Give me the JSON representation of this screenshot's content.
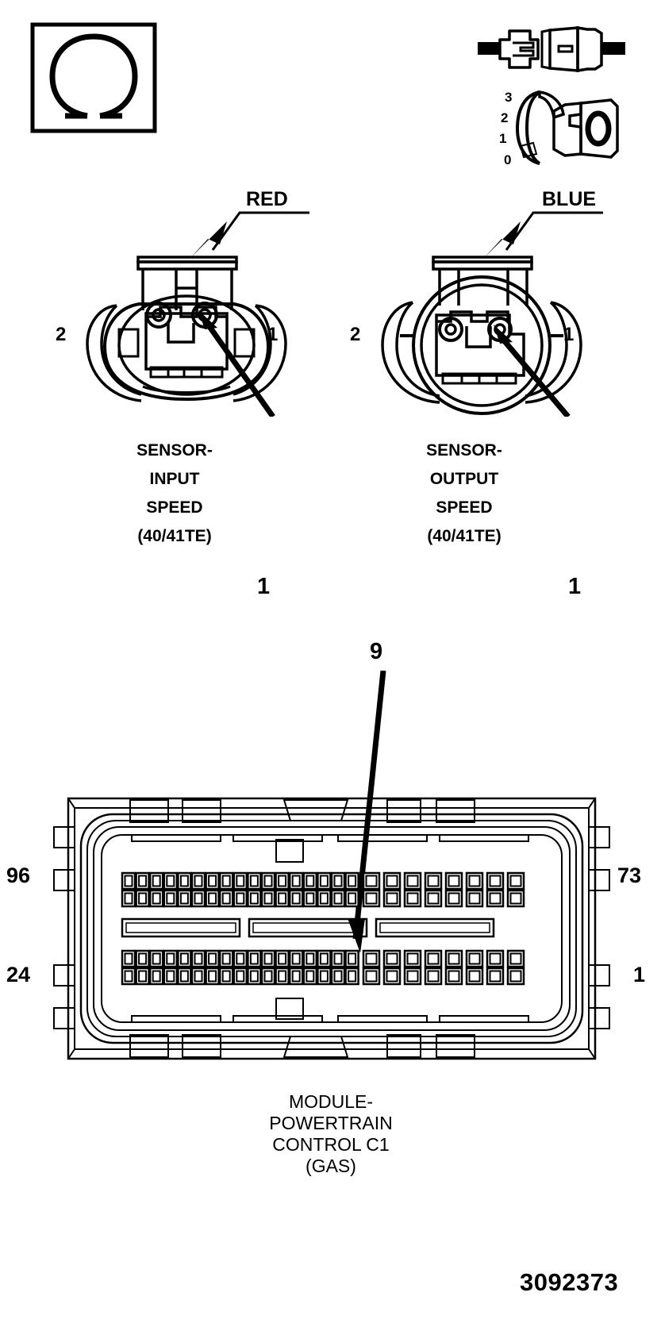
{
  "diagram": {
    "part_number": "3092373",
    "symbols": {
      "ohm_box": {
        "icon": "ohm-meter-symbol",
        "glyph": "Ω",
        "description": "Ohmmeter test symbol in box"
      },
      "connector_symbol": {
        "icon": "two-way-connector-icon",
        "description": "Disconnected inline connector"
      },
      "ignition_key_symbol": {
        "icon": "ignition-switch-icon",
        "positions": [
          "3",
          "2",
          "1",
          "0"
        ],
        "key_glyph": "0",
        "description": "Ignition key switch position selector"
      }
    },
    "connectors": [
      {
        "id": "input-speed-sensor",
        "color_callout": "RED",
        "pin_left_label": "2",
        "pin_right_label": "1",
        "name_lines": [
          "SENSOR-",
          "INPUT",
          "SPEED",
          "(40/41TE)"
        ],
        "probe_callout": "1"
      },
      {
        "id": "output-speed-sensor",
        "color_callout": "BLUE",
        "pin_left_label": "2",
        "pin_right_label": "1",
        "name_lines": [
          "SENSOR-",
          "OUTPUT",
          "SPEED",
          "(40/41TE)"
        ],
        "probe_callout": "1"
      }
    ],
    "module": {
      "id": "powertrain-control-module-c1",
      "callout": "9",
      "corner_pins": {
        "top_left": "96",
        "top_right": "73",
        "bottom_left": "24",
        "bottom_right": "1"
      },
      "name_lines": [
        "MODULE-",
        "POWERTRAIN",
        "CONTROL C1",
        "(GAS)"
      ],
      "pin_rows": {
        "upper_dense_count": 17,
        "upper_sparse_count": 8,
        "lower_dense_count": 17,
        "lower_sparse_count": 8
      }
    },
    "colors": {
      "ink": "#000000",
      "paper": "#ffffff"
    }
  }
}
